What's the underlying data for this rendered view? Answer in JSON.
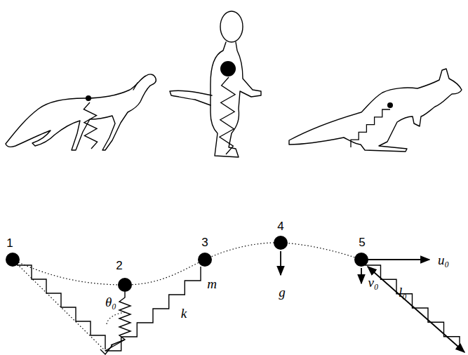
{
  "diagram": {
    "labels": [
      "1",
      "2",
      "3",
      "4",
      "5",
      "θ₀",
      "m",
      "k",
      "g",
      "v₀",
      "u₀",
      "l₀"
    ]
  }
}
